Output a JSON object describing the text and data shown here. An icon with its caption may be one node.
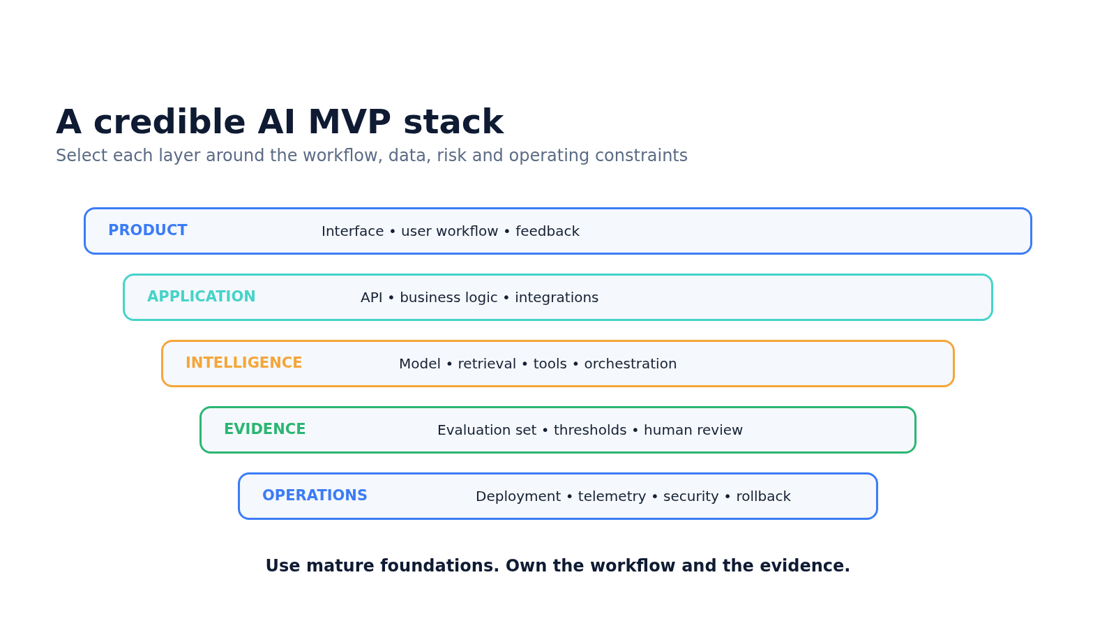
{
  "diagram": {
    "title": "A credible AI MVP stack",
    "nodes": [
      {
        "text": [
          "PRODUCT",
          "Interface • user workflow • feedback"
        ]
      },
      {
        "text": [
          "APPLICATION",
          "API • business logic • integrations"
        ]
      },
      {
        "text": [
          "INTELLIGENCE",
          "Model • retrieval • tools • orchestration"
        ]
      },
      {
        "text": [
          "EVIDENCE",
          "Evaluation set • thresholds • human review"
        ]
      },
      {
        "text": [
          "OPERATIONS",
          "Deployment • telemetry • security • rollback"
        ]
      }
    ],
    "labels": [
      "Select each layer around the workflow, data, risk and operating constraints"
    ],
    "caption": "Use mature foundations. Own the workflow and the evidence."
  }
}
